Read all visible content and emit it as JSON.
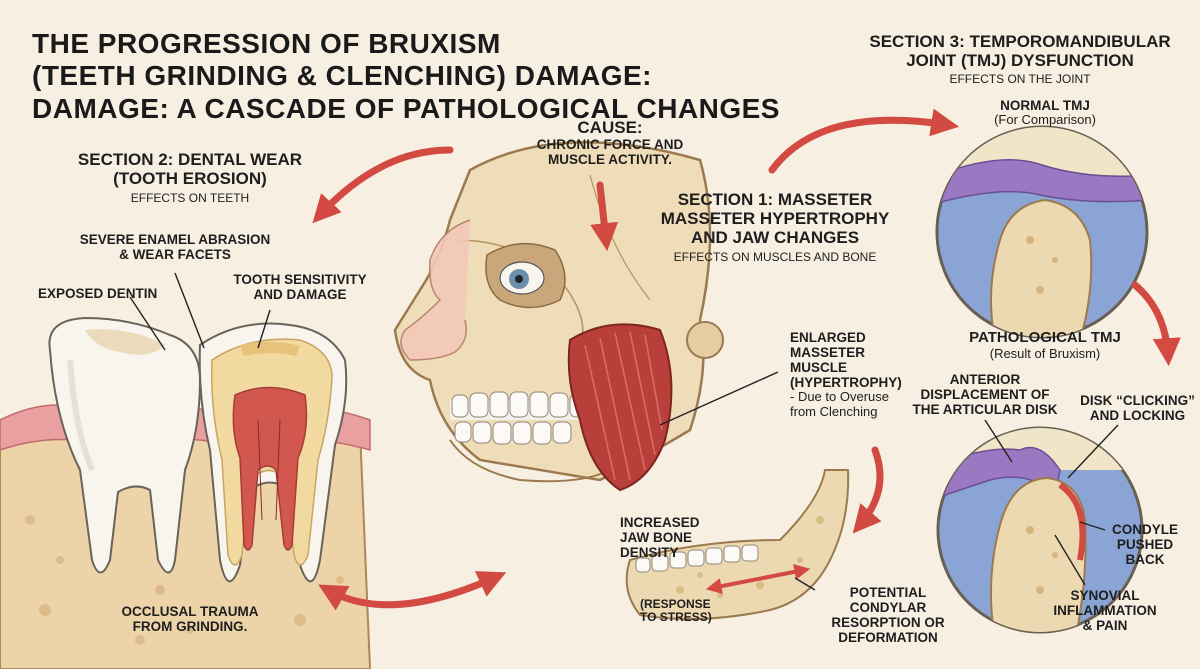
{
  "title": {
    "line1": "THE PROGRESSION OF BRUXISM",
    "line2": "(TEETH GRINDING & CLENCHING) DAMAGE:",
    "line3": "DAMAGE: A CASCADE OF PATHOLOGICAL CHANGES"
  },
  "cause": {
    "heading": "CAUSE:",
    "text_line1": "CHRONIC FORCE AND",
    "text_line2": "MUSCLE ACTIVITY."
  },
  "section1": {
    "heading_line1": "SECTION 1: MASSETER",
    "heading_line2": "MASSETER HYPERTROPHY",
    "heading_line3": "AND JAW CHANGES",
    "subtitle": "EFFECTS ON MUSCLES AND BONE",
    "masseter_line1": "ENLARGED",
    "masseter_line2": "MASSETER",
    "masseter_line3": "MUSCLE",
    "masseter_line4": "(HYPERTROPHY)",
    "masseter_line5": "- Due to Overuse",
    "masseter_line6": "from Clenching",
    "density_line1": "INCREASED",
    "density_line2": "JAW BONE",
    "density_line3": "DENSITY",
    "stress_line1": "(RESPONSE",
    "stress_line2": "TO STRESS)",
    "condylar_line1": "POTENTIAL",
    "condylar_line2": "CONDYLAR",
    "condylar_line3": "RESORPTION OR",
    "condylar_line4": "DEFORMATION"
  },
  "section2": {
    "heading_line1": "SECTION 2: DENTAL WEAR",
    "heading_line2": "(TOOTH EROSION)",
    "subtitle": "EFFECTS ON TEETH",
    "enamel_line1": "SEVERE ENAMEL ABRASION",
    "enamel_line2": "& WEAR FACETS",
    "dentin": "EXPOSED DENTIN",
    "sensitivity_line1": "TOOTH SENSITIVITY",
    "sensitivity_line2": "AND DAMAGE",
    "trauma_line1": "OCCLUSAL TRAUMA",
    "trauma_line2": "FROM GRINDING."
  },
  "section3": {
    "heading_line1": "SECTION 3: TEMPOROMANDIBULAR",
    "heading_line2": "JOINT (TMJ) DYSFUNCTION",
    "subtitle": "EFFECTS ON THE JOINT",
    "normal_heading": "NORMAL TMJ",
    "normal_sub": "(For Comparison)",
    "path_heading": "PATHOLOGICAL TMJ",
    "path_sub": "(Result of Bruxism)",
    "disk_line1": "ANTERIOR",
    "disk_line2": "DISPLACEMENT OF",
    "disk_line3": "THE ARTICULAR DISK",
    "click_line1": "DISK “CLICKING”",
    "click_line2": "AND LOCKING",
    "condyle_line1": "CONDYLE",
    "condyle_line2": "PUSHED",
    "condyle_line3": "BACK",
    "synovial_line1": "SYNOVIAL",
    "synovial_line2": "INFLAMMATION",
    "synovial_line3": "& PAIN"
  },
  "colors": {
    "background": "#f6efe2",
    "arrow": "#d24a42",
    "muscle": "#b9403a",
    "bone": "#ecd9b2",
    "enamel": "#f7f5ee",
    "gum": "#e8a0a0",
    "disk": "#9a78c2",
    "socket": "#7e9bd0"
  }
}
